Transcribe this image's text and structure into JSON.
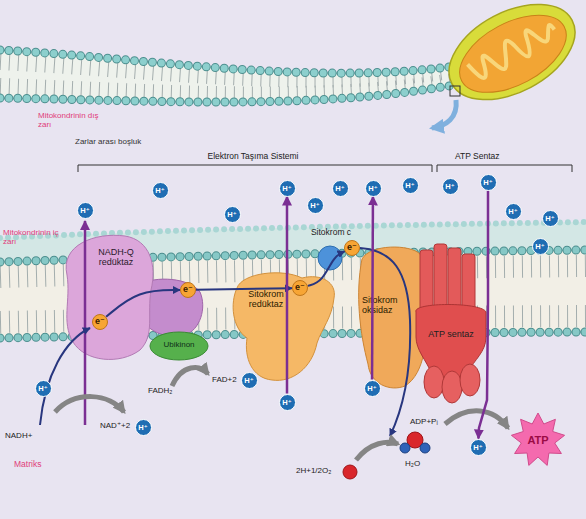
{
  "diagram": {
    "nodes": [
      {
        "text": [
          "NADH-Q redüktaz"
        ]
      },
      {
        "text": [
          "Ubikinon"
        ]
      },
      {
        "text": [
          "Sitokrom redüktaz"
        ]
      },
      {
        "text": [
          "Sitokrom c"
        ]
      },
      {
        "text": [
          "Sitokrom oksidaz"
        ]
      },
      {
        "text": [
          "ATP sentaz"
        ]
      },
      {
        "text": [
          "e⁻"
        ]
      },
      {
        "text": [
          "e⁻"
        ]
      },
      {
        "text": [
          "e⁻"
        ]
      },
      {
        "text": [
          "e⁻"
        ]
      },
      {
        "text": [
          "H⁺"
        ]
      },
      {
        "text": [
          "H⁺"
        ]
      },
      {
        "text": [
          "H⁺"
        ]
      },
      {
        "text": [
          "H⁺"
        ]
      },
      {
        "text": [
          "H⁺"
        ]
      },
      {
        "text": [
          "H⁺"
        ]
      },
      {
        "text": [
          "H⁺"
        ]
      },
      {
        "text": [
          "H⁺"
        ]
      },
      {
        "text": [
          "H⁺"
        ]
      },
      {
        "text": [
          "H⁺"
        ]
      },
      {
        "text": [
          "H⁺"
        ]
      },
      {
        "text": [
          "H⁺"
        ]
      },
      {
        "text": [
          "H⁺"
        ]
      },
      {
        "text": [
          "H⁺"
        ]
      },
      {
        "text": [
          "H⁺"
        ]
      },
      {
        "text": [
          "H⁺"
        ]
      },
      {
        "text": [
          "H⁺"
        ]
      },
      {
        "text": [
          "H⁺"
        ]
      },
      {
        "text": [
          "H⁺"
        ]
      },
      {
        "text": [
          "ATP"
        ]
      }
    ],
    "edges": [
      {
        "from": 6,
        "to": 7,
        "arrow": "to"
      },
      {
        "from": 7,
        "to": 8,
        "arrow": "to"
      },
      {
        "from": 8,
        "to": 9,
        "arrow": "to"
      },
      {
        "from": 26,
        "to": 13,
        "arrow": "to"
      },
      {
        "from": 27,
        "to": 16,
        "arrow": "to"
      },
      {
        "from": 19,
        "to": 28,
        "arrow": "to"
      }
    ],
    "labels": [
      "Mitokondrinin dış zarı",
      "Zarlar arası boşluk",
      "Elektron Taşıma Sistemi",
      "ATP Sentaz",
      "Mitokondrinin iç zarı",
      "FADH₂",
      "FAD+2",
      "NADH+",
      "NAD⁺+2",
      "ADP+Pᵢ",
      "2H+1/2O₂",
      "H₂O",
      "Matriks"
    ]
  }
}
